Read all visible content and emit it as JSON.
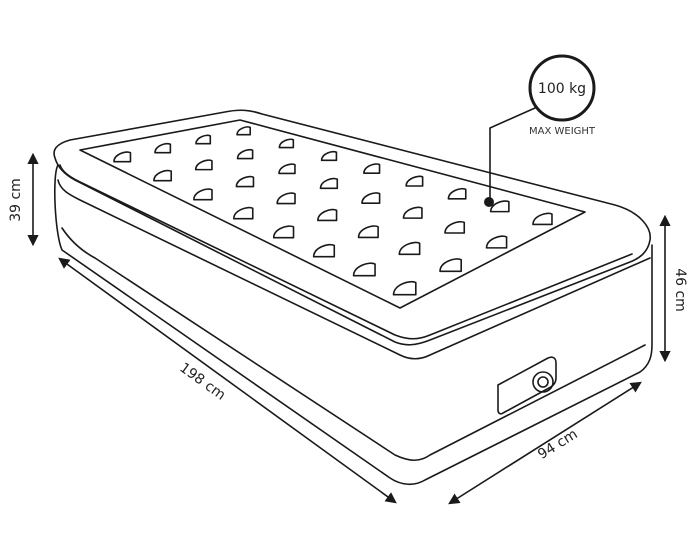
{
  "callout": {
    "weight": "100 kg",
    "caption": "MAX WEIGHT"
  },
  "dimensions": {
    "height_left": "39 cm",
    "length": "198 cm",
    "height_right": "46 cm",
    "width": "94 cm"
  },
  "colors": {
    "line": "#1a1a1a",
    "background": "#ffffff"
  }
}
